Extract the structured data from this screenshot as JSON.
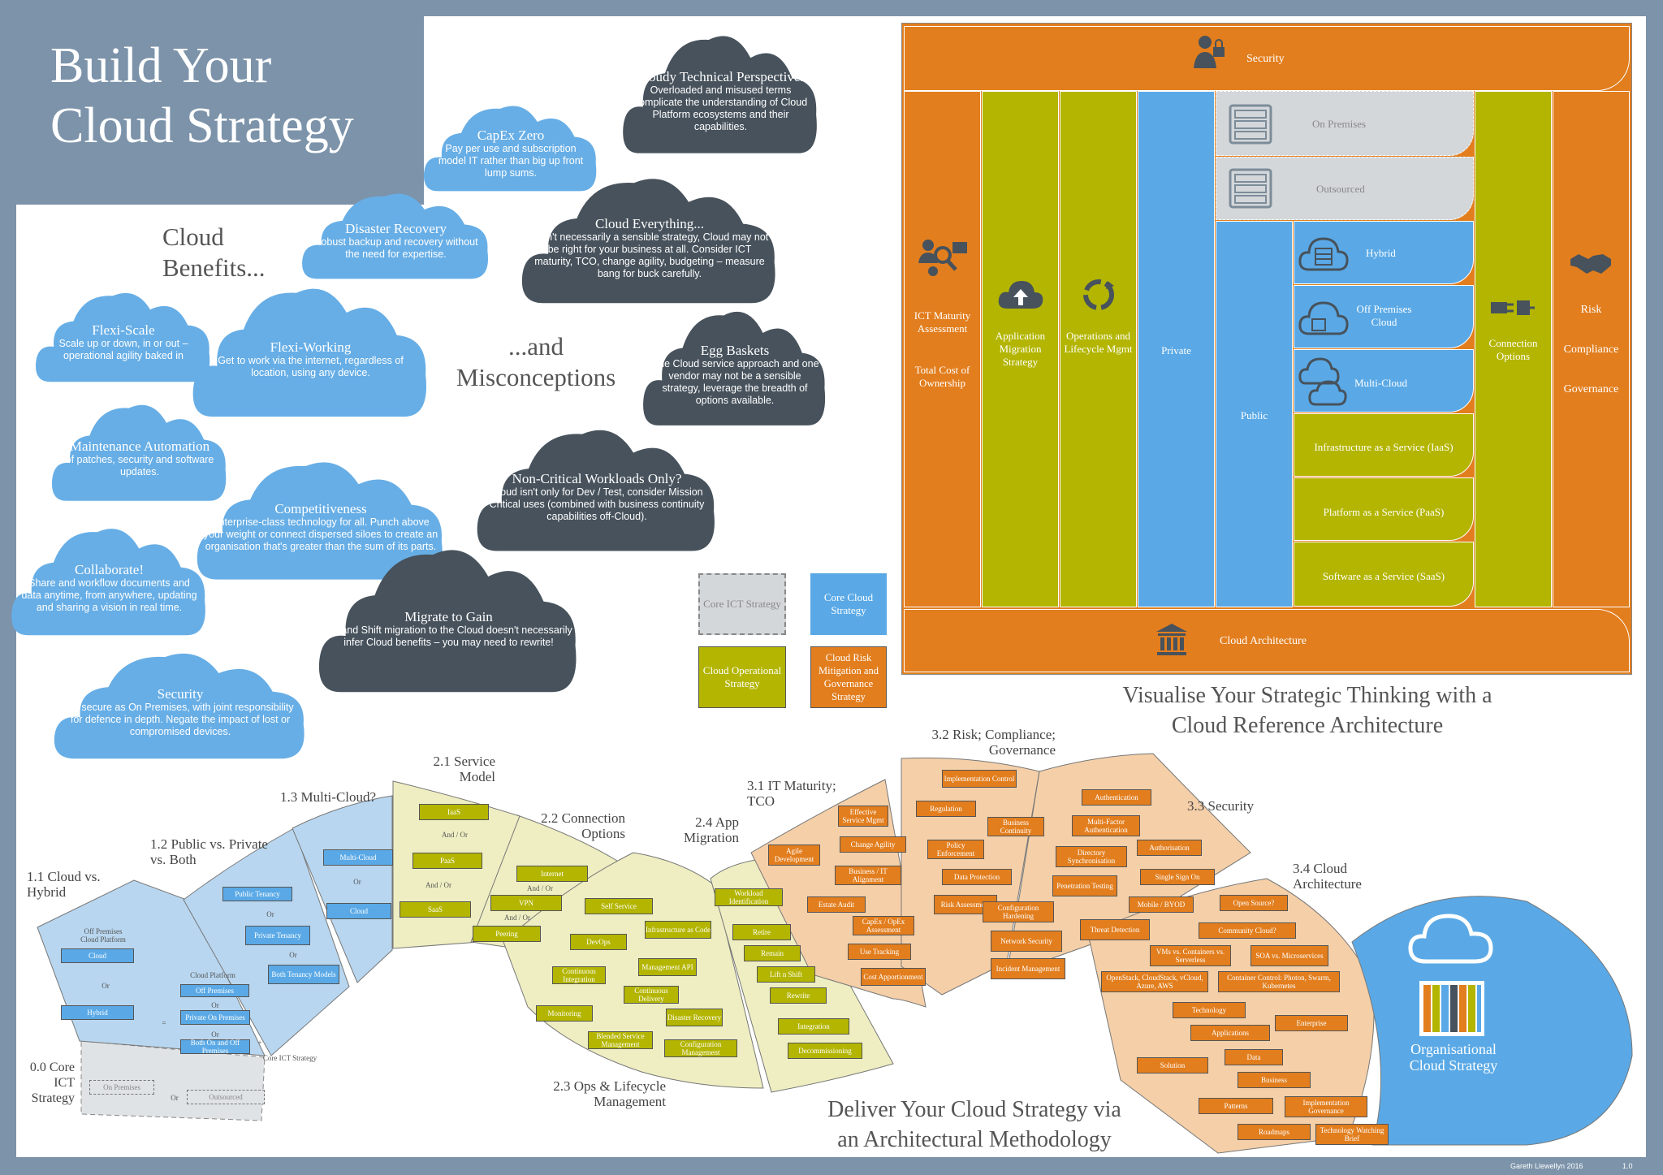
{
  "title": {
    "line1": "Build Your",
    "line2": "Cloud Strategy"
  },
  "benefits_heading": "Cloud\nBenefits...",
  "misconceptions_heading": "...and\nMisconceptions",
  "benefits": [
    {
      "title": "CapEx Zero",
      "body": "Pay per use and subscription model IT rather than big up front lump sums."
    },
    {
      "title": "Disaster Recovery",
      "body": "Robust backup and recovery without the need for expertise."
    },
    {
      "title": "Flexi-Scale",
      "body": "Scale up or down, in or out – operational agility baked in"
    },
    {
      "title": "Flexi-Working",
      "body": "Get to work via the internet, regardless of location, using any device."
    },
    {
      "title": "Maintenance Automation",
      "body": "of patches, security and software updates."
    },
    {
      "title": "Competitiveness",
      "body": "Enterprise-class technology for all. Punch above your weight or connect dispersed siloes to create an organisation that's greater than the sum of its parts."
    },
    {
      "title": "Collaborate!",
      "body": "Share and workflow documents and data anytime, from anywhere, updating and sharing a vision in real time."
    },
    {
      "title": "Security",
      "body": "As secure as On Premises, with joint responsibility for defence in depth. Negate the impact of lost or compromised devices."
    }
  ],
  "misconceptions": [
    {
      "title": "Cloudy Technical Perspectives",
      "body": "Overloaded and misused terms complicate the understanding of Cloud Platform ecosystems and their capabilities."
    },
    {
      "title": "Cloud Everything...",
      "body": "...isn't necessarily a sensible strategy, Cloud may not be right for your business at all. Consider ICT maturity, TCO, change agility, budgeting – measure bang for buck carefully."
    },
    {
      "title": "Egg Baskets",
      "body": "One Cloud service approach and one vendor may not be a sensible strategy, leverage the breadth of options available."
    },
    {
      "title": "Non-Critical Workloads Only?",
      "body": "Cloud isn't only for Dev / Test, consider Mission Critical uses (combined with business continuity capabilities off-Cloud)."
    },
    {
      "title": "Migrate to Gain",
      "body": "Lift and Shift migration to the Cloud doesn't necessarily infer Cloud benefits – you may need to rewrite!"
    }
  ],
  "legend": {
    "core_ict": "Core ICT Strategy",
    "core_cloud": "Core Cloud Strategy",
    "operational": "Cloud Operational Strategy",
    "risk": "Cloud Risk Mitigation and Governance Strategy"
  },
  "arch": {
    "security": "Security",
    "cloud_architecture": "Cloud Architecture",
    "ict_maturity": "ICT Maturity Assessment",
    "tco": "Total Cost of Ownership",
    "app_migration": "Application Migration Strategy",
    "ops_lifecycle": "Operations and Lifecycle Mgmt",
    "private": "Private",
    "public": "Public",
    "on_premises": "On Premises",
    "outsourced": "Outsourced",
    "hybrid": "Hybrid",
    "off_premises": "Off Premises Cloud",
    "multi_cloud": "Multi-Cloud",
    "iaas": "Infrastructure as a Service (IaaS)",
    "paas": "Platform as a Service (PaaS)",
    "saas": "Software as a Service (SaaS)",
    "connection": "Connection Options",
    "risk": "Risk",
    "compliance": "Compliance",
    "governance": "Governance"
  },
  "visualise_heading": "Visualise Your Strategic Thinking with a\nCloud Reference Architecture",
  "deliver_heading": "Deliver Your Cloud Strategy via\nan Architectural Methodology",
  "phase_labels": {
    "p00": "0.0 Core\nICT\nStrategy",
    "p11": "1.1 Cloud vs.\nHybrid",
    "p12": "1.2 Public vs. Private\nvs. Both",
    "p13": "1.3 Multi-Cloud?",
    "p21": "2.1 Service\nModel",
    "p22": "2.2 Connection\nOptions",
    "p23": "2.3 Ops & Lifecycle\nManagement",
    "p24": "2.4 App\nMigration",
    "p31": "3.1 IT Maturity;\nTCO",
    "p32": "3.2 Risk; Compliance;\nGovernance",
    "p33": "3.3 Security",
    "p34": "3.4 Cloud\nArchitecture"
  },
  "org_strategy": "Organisational\nCloud Strategy",
  "items": {
    "p00": [
      "On Premises",
      "Or",
      "Outsourced"
    ],
    "p11": [
      "Off Premises Cloud Platform",
      "Cloud",
      "Or",
      "Hybrid",
      "=",
      "Cloud Platform",
      "Off Premises",
      "Or",
      "Private On Premises",
      "Or",
      "Both On and Off Premises",
      "+",
      "Core ICT Strategy"
    ],
    "p12": [
      "Public Tenancy",
      "Or",
      "Private Tenancy",
      "Or",
      "Both Tenancy Models"
    ],
    "p13": [
      "Multi-Cloud",
      "Or",
      "Cloud"
    ],
    "p21": [
      "IaaS",
      "And / Or",
      "PaaS",
      "And / Or",
      "SaaS"
    ],
    "p22": [
      "Internet",
      "And / Or",
      "VPN",
      "And / Or",
      "Peering"
    ],
    "p23": [
      "Self Service",
      "DevOps",
      "Infrastructure as Code",
      "Continuous Integration",
      "Management API",
      "Continuous Delivery",
      "Monitoring",
      "Disaster Recovery",
      "Blended Service Management",
      "Configuration Management"
    ],
    "p24": [
      "Workload Identification",
      "Retire",
      "Remain",
      "Lift n Shift",
      "Rewrite",
      "Integration",
      "Decommissioning"
    ],
    "p31": [
      "Effective Service Mgmt",
      "Agile Development",
      "Change Agility",
      "Business / IT Alignment",
      "Estate Audit",
      "CapEx / OpEx Assessment",
      "Use Tracking",
      "Cost Apportionment"
    ],
    "p32": [
      "Implementation Control",
      "Regulation",
      "Business Continuity",
      "Policy Enforcement",
      "Data Protection",
      "Risk Assessment"
    ],
    "p33": [
      "Authentication",
      "Multi-Factor Authentication",
      "Directory Synchronisation",
      "Authorisation",
      "Penetration Testing",
      "Single Sign On",
      "Configuration Hardening",
      "Mobile / BYOD",
      "Threat Detection",
      "Network Security",
      "Incident Management"
    ],
    "p34": [
      "Open Source?",
      "Community Cloud?",
      "VMs vs. Containers vs. Serverless",
      "SOA vs. Microservices",
      "OpenStack, CloudStack, vCloud, Azure, AWS",
      "Container Control: Photon, Swarm, Kubernetes",
      "Technology",
      "Applications",
      "Enterprise",
      "Data",
      "Solution",
      "Business",
      "Patterns",
      "Implementation Governance",
      "Roadmaps",
      "Technology Watching Brief"
    ]
  },
  "footer": {
    "author": "Gareth Llewellyn 2016",
    "version": "1.0"
  },
  "colors": {
    "orange": "#e27e1e",
    "olive": "#b3b500",
    "blue": "#5aa9e6",
    "grey": "#d4d7da",
    "dark": "#47525c",
    "lightblue": "#67aee6",
    "peach": "#f4cfa8",
    "yellowish": "#eeeec2",
    "paleblue": "#b8d6ef",
    "frame": "#7c93aa"
  },
  "icons": [
    "user-lock-icon",
    "people-search-icon",
    "cloud-upload-icon",
    "cycle-icon",
    "server-icon",
    "cloud-server-icon",
    "plug-icon",
    "handshake-icon",
    "building-icon",
    "cloud-stack-icon"
  ]
}
